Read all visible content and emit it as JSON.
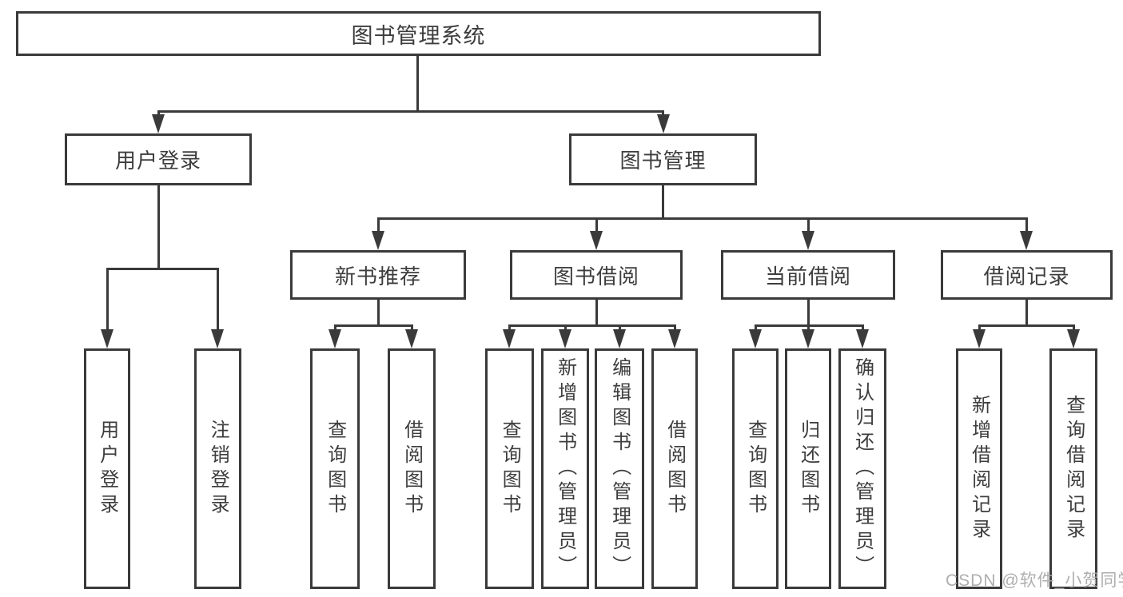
{
  "watermark": {
    "text": "CSDN @软件_小贺同学"
  },
  "colors": {
    "line": "#3a3a3a",
    "box_background": "#ffffff",
    "text": "#3d3d3d",
    "watermark": "#aaaaaa"
  },
  "tree": {
    "root": {
      "label": "图书管理系统",
      "children": [
        {
          "label": "用户登录",
          "children": [
            {
              "label": "用户登录"
            },
            {
              "label": "注销登录"
            }
          ]
        },
        {
          "label": "图书管理",
          "children": [
            {
              "label": "新书推荐",
              "children": [
                {
                  "label": "查询图书"
                },
                {
                  "label": "借阅图书"
                }
              ]
            },
            {
              "label": "图书借阅",
              "children": [
                {
                  "label": "查询图书"
                },
                {
                  "label": "新增图书（管理员）"
                },
                {
                  "label": "编辑图书（管理员）"
                },
                {
                  "label": "借阅图书"
                }
              ]
            },
            {
              "label": "当前借阅",
              "children": [
                {
                  "label": "查询图书"
                },
                {
                  "label": "归还图书"
                },
                {
                  "label": "确认归还（管理员）"
                }
              ]
            },
            {
              "label": "借阅记录",
              "children": [
                {
                  "label": "新增借阅记录"
                },
                {
                  "label": "查询借阅记录"
                }
              ]
            }
          ]
        }
      ]
    }
  }
}
